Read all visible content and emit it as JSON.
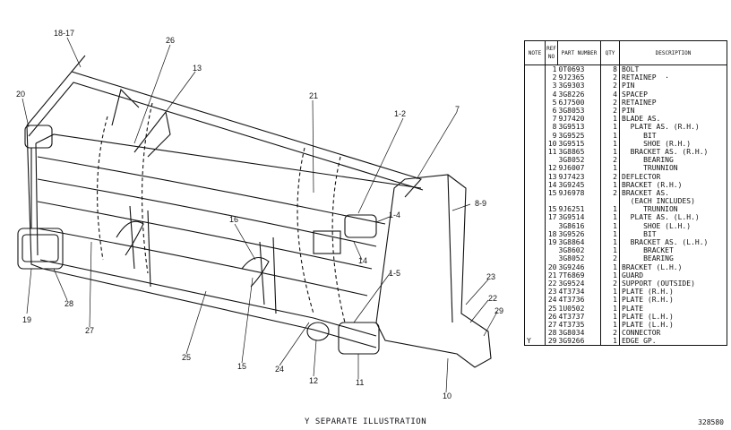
{
  "illustration": {
    "callouts": [
      "18-17",
      "26",
      "13",
      "20",
      "21",
      "1-2",
      "7",
      "8-9",
      "16",
      "1-4",
      "14",
      "1-5",
      "23",
      "22",
      "29",
      "19",
      "28",
      "27",
      "25",
      "15",
      "24",
      "12",
      "11",
      "10"
    ],
    "caption": "Y   SEPARATE ILLUSTRATION"
  },
  "parts_table": {
    "headers": {
      "note": "NOTE",
      "ref_no": "REF NO",
      "part_number": "PART NUMBER",
      "qty": "QTY",
      "description": "DESCRIPTION"
    },
    "rows": [
      {
        "note": "",
        "ref": "1",
        "pn": "0T0693",
        "qty": "8",
        "desc": "BOLT"
      },
      {
        "note": "",
        "ref": "2",
        "pn": "9J2365",
        "qty": "2",
        "desc": "RETAINEP  ·"
      },
      {
        "note": "",
        "ref": "3",
        "pn": "3G9303",
        "qty": "2",
        "desc": "PIN"
      },
      {
        "note": "",
        "ref": "4",
        "pn": "3G8226",
        "qty": "4",
        "desc": "SPACEP"
      },
      {
        "note": "",
        "ref": "5",
        "pn": "6J7500",
        "qty": "2",
        "desc": "RETAINEP"
      },
      {
        "note": "",
        "ref": "6",
        "pn": "3G8053",
        "qty": "2",
        "desc": "PIN"
      },
      {
        "note": "",
        "ref": "7",
        "pn": "9J7420",
        "qty": "1",
        "desc": "BLADE AS."
      },
      {
        "note": "",
        "ref": "8",
        "pn": "3G9513",
        "qty": "1",
        "desc": "  PLATE AS. (R.H.)"
      },
      {
        "note": "",
        "ref": "9",
        "pn": "3G9525",
        "qty": "1",
        "desc": "     BIT"
      },
      {
        "note": "",
        "ref": "10",
        "pn": "3G9515",
        "qty": "1",
        "desc": "     SHOE (R.H.)"
      },
      {
        "note": "",
        "ref": "11",
        "pn": "3G8865",
        "qty": "1",
        "desc": "  BRACKET AS. (R.H.)"
      },
      {
        "note": "",
        "ref": "",
        "pn": "3G8052",
        "qty": "2",
        "desc": "     BEARING"
      },
      {
        "note": "",
        "ref": "12",
        "pn": "9J6007",
        "qty": "1",
        "desc": "     TRUNNION"
      },
      {
        "note": "",
        "ref": "13",
        "pn": "9J7423",
        "qty": "2",
        "desc": "DEFLECTOR"
      },
      {
        "note": "",
        "ref": "14",
        "pn": "3G9245",
        "qty": "1",
        "desc": "BRACKET (R.H.)"
      },
      {
        "note": "",
        "ref": "15",
        "pn": "9J6978",
        "qty": "2",
        "desc": "BRACKET AS."
      },
      {
        "note": "",
        "ref": "",
        "pn": "",
        "qty": "",
        "desc": "  (EACH INCLUDES)"
      },
      {
        "note": "",
        "ref": "15",
        "pn": "9J6251",
        "qty": "1",
        "desc": "     TRUNNION"
      },
      {
        "note": "",
        "ref": "17",
        "pn": "3G9514",
        "qty": "1",
        "desc": "  PLATE AS. (L.H.)"
      },
      {
        "note": "",
        "ref": "",
        "pn": "3G8616",
        "qty": "1",
        "desc": "     SHOE (L.H.)"
      },
      {
        "note": "",
        "ref": "18",
        "pn": "3G9526",
        "qty": "1",
        "desc": "     BIT"
      },
      {
        "note": "",
        "ref": "19",
        "pn": "3G8864",
        "qty": "1",
        "desc": "  BRACKET AS. (L.H.)"
      },
      {
        "note": "",
        "ref": "",
        "pn": "3G8602",
        "qty": "1",
        "desc": "     BRACKET"
      },
      {
        "note": "",
        "ref": "",
        "pn": "3G8052",
        "qty": "2",
        "desc": "     BEARING"
      },
      {
        "note": "",
        "ref": "20",
        "pn": "3G9246",
        "qty": "1",
        "desc": "BRACKET (L.H.)"
      },
      {
        "note": "",
        "ref": "21",
        "pn": "7T6869",
        "qty": "1",
        "desc": "GUARD"
      },
      {
        "note": "",
        "ref": "22",
        "pn": "3G9524",
        "qty": "2",
        "desc": "SUPPORT (OUTSIDE)"
      },
      {
        "note": "",
        "ref": "23",
        "pn": "4T3734",
        "qty": "1",
        "desc": "PLATE (R.H.)"
      },
      {
        "note": "",
        "ref": "24",
        "pn": "4T3736",
        "qty": "1",
        "desc": "PLATE (R.H.)"
      },
      {
        "note": "",
        "ref": "25",
        "pn": "1U0502",
        "qty": "1",
        "desc": "PLATE"
      },
      {
        "note": "",
        "ref": "26",
        "pn": "4T3737",
        "qty": "1",
        "desc": "PLATE (L.H.)"
      },
      {
        "note": "",
        "ref": "27",
        "pn": "4T3735",
        "qty": "1",
        "desc": "PLATE (L.H.)"
      },
      {
        "note": "",
        "ref": "28",
        "pn": "3G8034",
        "qty": "2",
        "desc": "CONNECTOR"
      },
      {
        "note": "Y",
        "ref": "29",
        "pn": "3G9266",
        "qty": "1",
        "desc": "EDGE GP."
      }
    ]
  },
  "drawing_number": "328580"
}
